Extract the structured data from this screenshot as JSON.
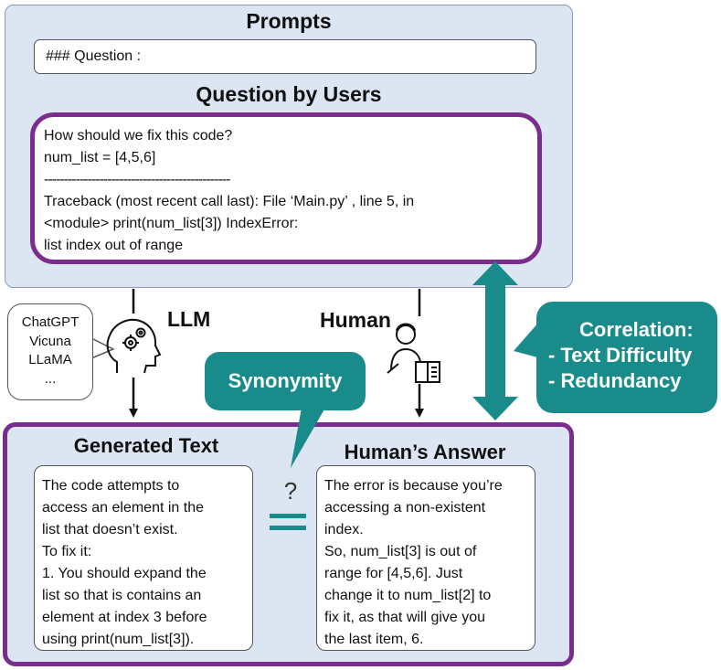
{
  "prompts": {
    "title": "Prompts",
    "prompt_text": "### Question :"
  },
  "question": {
    "title": "Question by Users",
    "lines": [
      "How should we fix this code?",
      "num_list = [4,5,6]",
      "-----------------------------------------------",
      "Traceback (most recent call last): File ‘Main.py’ , line 5, in",
      "<module> print(num_list[3]) IndexError:",
      "list index out of range"
    ]
  },
  "models": [
    "ChatGPT",
    "Vicuna",
    "LLaMA",
    "..."
  ],
  "llm_label": "LLM",
  "human_label": "Human",
  "synonymity": "Synonymity",
  "correlation": {
    "title": "Correlation:",
    "items": [
      "- Text Difficulty",
      "- Redundancy"
    ]
  },
  "generated": {
    "title": "Generated Text",
    "lines": [
      "The code attempts to",
      "access an element in the",
      "list that doesn’t exist.",
      "To fix it:",
      "1. You should expand the",
      "list so that is contains an",
      "element at index 3 before",
      "using print(num_list[3])."
    ]
  },
  "human_answer": {
    "title": "Human’s Answer",
    "lines": [
      "The error is because you’re",
      "accessing a non-existent",
      "index.",
      "So, num_list[3] is out of",
      "range for [4,5,6]. Just",
      "change it to num_list[2] to",
      "fix it, as that will give you",
      "the last item, 6."
    ]
  },
  "compare_symbol": "?",
  "colors": {
    "panel_fill": "#dce6f2",
    "purple_border": "#7b2d8e",
    "teal": "#1a8b8b"
  }
}
